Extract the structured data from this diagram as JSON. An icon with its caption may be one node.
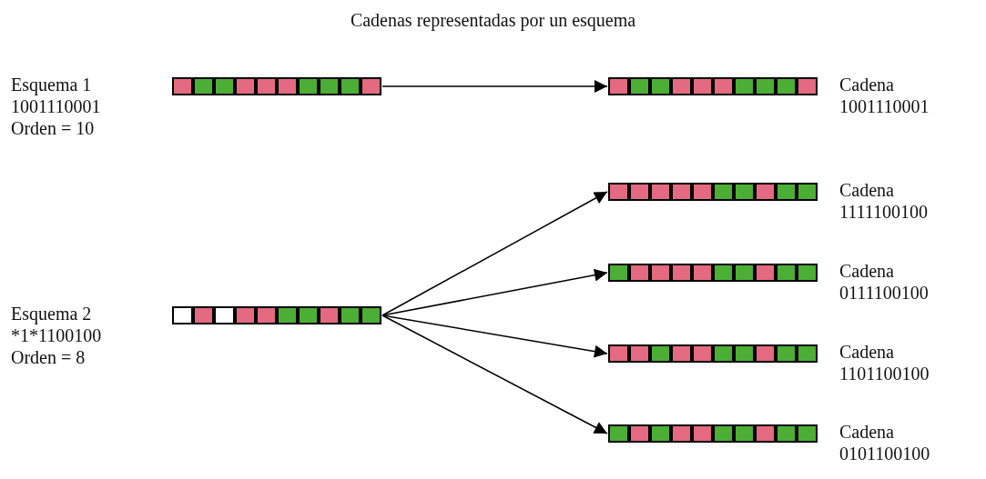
{
  "diagram": {
    "title": "Cadenas representadas por un esquema",
    "nodes": [
      {
        "text": [],
        "shape": "bar",
        "beside": [
          "Esquema 1",
          "1001110001",
          "Orden = 10"
        ]
      },
      {
        "text": [],
        "shape": "bar",
        "beside": [
          "Cadena",
          "1001110001"
        ]
      },
      {
        "text": [],
        "shape": "bar",
        "beside": [
          "Esquema 2",
          "*1*1100100",
          "Orden = 8"
        ]
      },
      {
        "text": [],
        "shape": "bar",
        "beside": [
          "Cadena",
          "1111100100"
        ]
      },
      {
        "text": [],
        "shape": "bar",
        "beside": [
          "Cadena",
          "0111100100"
        ]
      },
      {
        "text": [],
        "shape": "bar",
        "beside": [
          "Cadena",
          "1101100100"
        ]
      },
      {
        "text": [],
        "shape": "bar",
        "beside": [
          "Cadena",
          "0101100100"
        ]
      }
    ],
    "edges": [
      {
        "from": 0,
        "to": 1,
        "arrow": "to"
      },
      {
        "from": 2,
        "to": 3,
        "arrow": "to"
      },
      {
        "from": 2,
        "to": 4,
        "arrow": "to"
      },
      {
        "from": 2,
        "to": 5,
        "arrow": "to"
      },
      {
        "from": 2,
        "to": 6,
        "arrow": "to"
      }
    ]
  }
}
